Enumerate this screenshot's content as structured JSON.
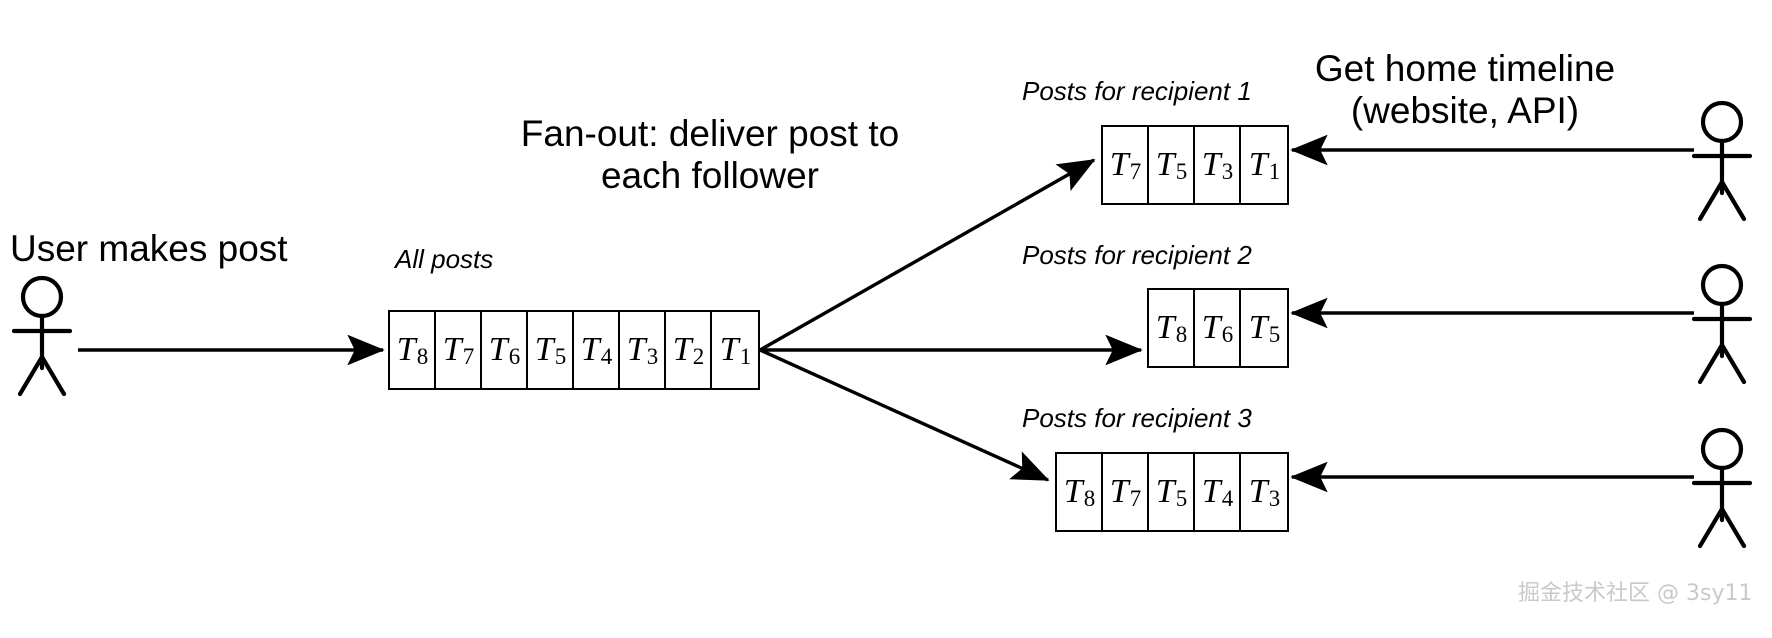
{
  "diagram": {
    "title_left": "User makes post",
    "title_center": "Fan-out: deliver post to\neach follower",
    "title_center_line1": "Fan-out: deliver post to",
    "title_center_line2": "each follower",
    "title_right_line1": "Get home timeline",
    "title_right_line2": "(website, API)",
    "background_color": "#ffffff",
    "stroke_color": "#000000"
  },
  "all_posts": {
    "label": "All posts",
    "cells": [
      "T8",
      "T7",
      "T6",
      "T5",
      "T4",
      "T3",
      "T2",
      "T1"
    ],
    "cell_bases": [
      "T",
      "T",
      "T",
      "T",
      "T",
      "T",
      "T",
      "T"
    ],
    "cell_subs": [
      "8",
      "7",
      "6",
      "5",
      "4",
      "3",
      "2",
      "1"
    ]
  },
  "recipients": [
    {
      "label": "Posts for recipient 1",
      "cells": [
        "T7",
        "T5",
        "T3",
        "T1"
      ],
      "cell_bases": [
        "T",
        "T",
        "T",
        "T"
      ],
      "cell_subs": [
        "7",
        "5",
        "3",
        "1"
      ]
    },
    {
      "label": "Posts for recipient 2",
      "cells": [
        "T8",
        "T6",
        "T5"
      ],
      "cell_bases": [
        "T",
        "T",
        "T"
      ],
      "cell_subs": [
        "8",
        "6",
        "5"
      ]
    },
    {
      "label": "Posts for recipient 3",
      "cells": [
        "T8",
        "T7",
        "T5",
        "T4",
        "T3"
      ],
      "cell_bases": [
        "T",
        "T",
        "T",
        "T",
        "T"
      ],
      "cell_subs": [
        "8",
        "7",
        "5",
        "4",
        "3"
      ]
    }
  ],
  "actors": {
    "author_name": "post-author-figure",
    "reader_names": [
      "reader-1-figure",
      "reader-2-figure",
      "reader-3-figure"
    ]
  },
  "watermark": {
    "text": "掘金技术社区 @ 3sy11",
    "color": "#c9c9c9"
  }
}
